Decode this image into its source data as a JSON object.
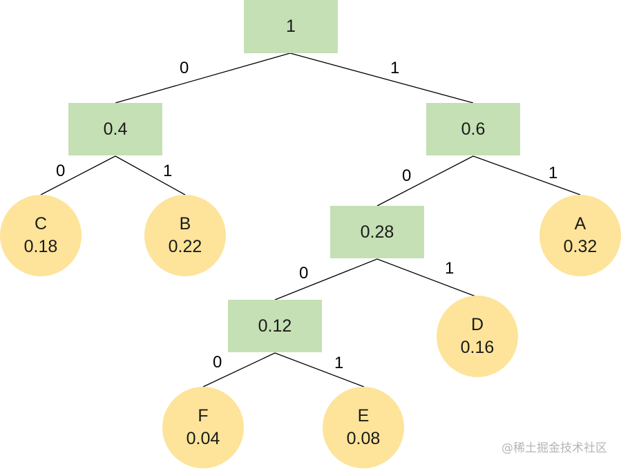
{
  "tree": {
    "internal_nodes": {
      "root": "1",
      "n04": "0.4",
      "n06": "0.6",
      "n028": "0.28",
      "n012": "0.12"
    },
    "leaves": {
      "C": {
        "name": "C",
        "value": "0.18"
      },
      "B": {
        "name": "B",
        "value": "0.22"
      },
      "A": {
        "name": "A",
        "value": "0.32"
      },
      "D": {
        "name": "D",
        "value": "0.16"
      },
      "F": {
        "name": "F",
        "value": "0.04"
      },
      "E": {
        "name": "E",
        "value": "0.08"
      }
    },
    "edge_labels": {
      "root_left": "0",
      "root_right": "1",
      "n04_left": "0",
      "n04_right": "1",
      "n06_left": "0",
      "n06_right": "1",
      "n028_left": "0",
      "n028_right": "1",
      "n012_left": "0",
      "n012_right": "1"
    }
  },
  "watermark": "@稀土掘金技术社区",
  "colors": {
    "internal_fill": "#c5e0b4",
    "leaf_fill": "#fde49a",
    "edge": "#000000"
  }
}
